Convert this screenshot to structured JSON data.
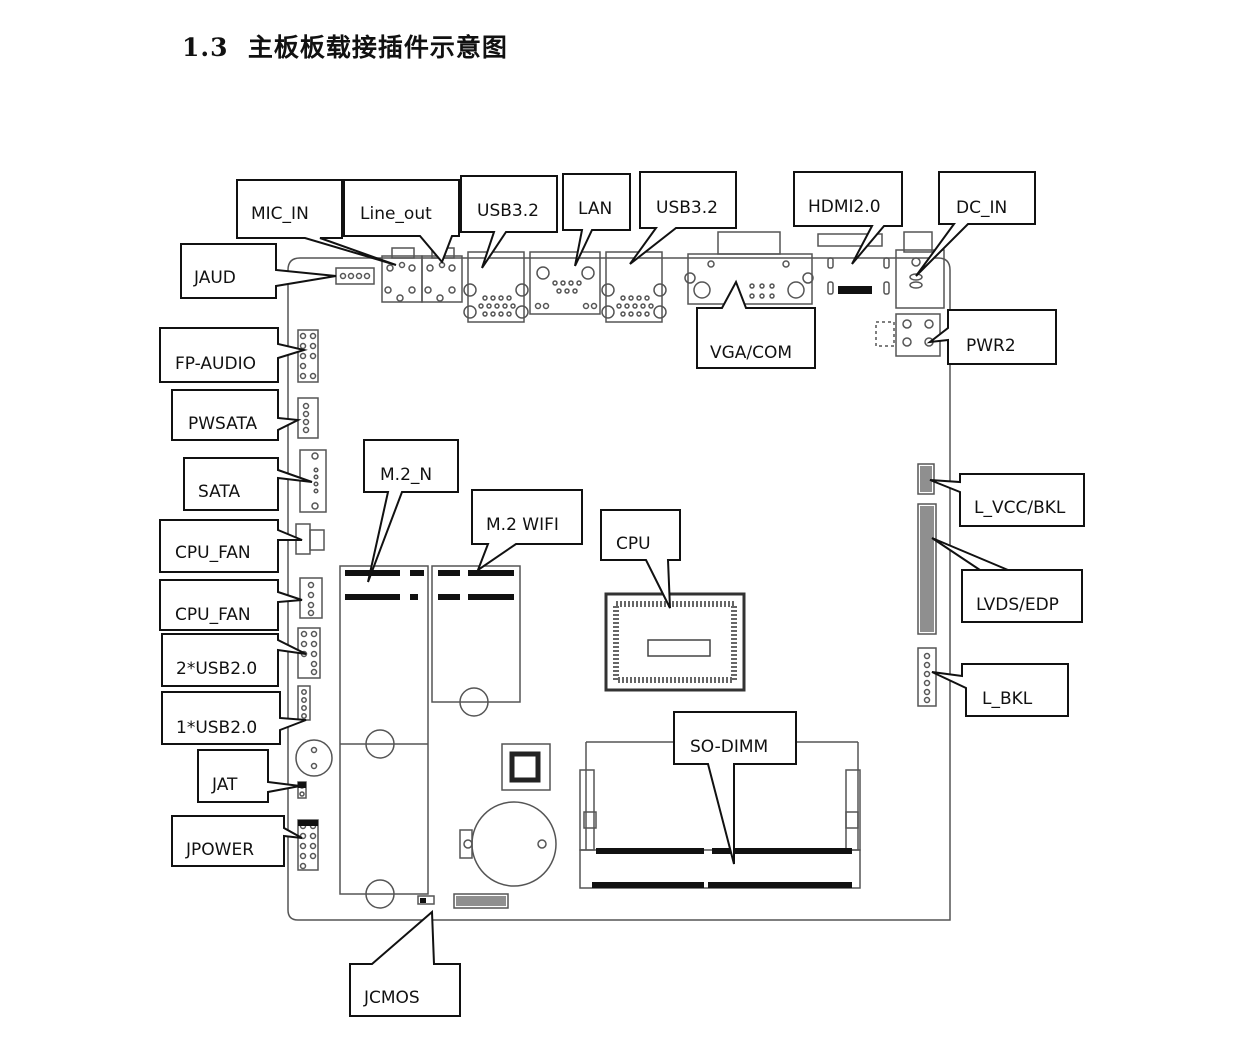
{
  "heading": {
    "number": "1.3",
    "text": "主板板载接插件示意图"
  },
  "labels": {
    "mic_in": "MIC_IN",
    "line_out": "Line_out",
    "usb32_a": "USB3.2",
    "lan": "LAN",
    "usb32_b": "USB3.2",
    "hdmi": "HDMI2.0",
    "dc_in": "DC_IN",
    "jaud": "JAUD",
    "vga_com": "VGA/COM",
    "pwr2": "PWR2",
    "fp_audio": "FP-AUDIO",
    "pwsata": "PWSATA",
    "sata": "SATA",
    "cpu_fan_1": "CPU_FAN",
    "cpu_fan_2": "CPU_FAN",
    "usb20_2": "2*USB2.0",
    "usb20_1": "1*USB2.0",
    "jat": "JAT",
    "jpower": "JPOWER",
    "m2_n": "M.2_N",
    "m2_wifi": "M.2 WIFI",
    "cpu": "CPU",
    "so_dimm": "SO-DIMM",
    "l_vcc_bkl": "L_VCC/BKL",
    "lvds_edp": "LVDS/EDP",
    "l_bkl": "L_BKL",
    "jcmos": "JCMOS"
  }
}
